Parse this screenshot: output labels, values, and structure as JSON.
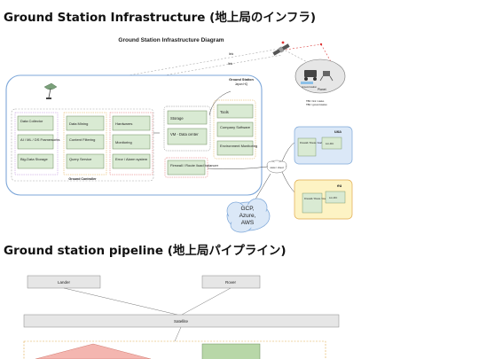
{
  "headings": {
    "infrastructure": "Ground Station Infrastructure (地上局のインフラ)",
    "pipeline": "Ground station pipeline (地上局パイプライン)"
  },
  "diagram": {
    "title": "Ground Station Infrastructure Diagram",
    "ground_station_label": "Ground Station",
    "ground_station_sub": "Japan HQ",
    "ground_controller_label": "Ground Controller",
    "satellite_link_labels": [
      "link",
      "link"
    ],
    "controller_col1": [
      "Data Collector",
      "AI / ML / DS Frameworks",
      "Big-Data Storage"
    ],
    "controller_col2": [
      "Data Mining",
      "Content Filtering",
      "Query Service"
    ],
    "controller_col3": [
      "Hardwares",
      "Monitoring",
      "Error / Alarm system"
    ],
    "center_boxes": [
      "Storage",
      "VM - Data center"
    ],
    "firewall_box": "Firewall / Route /load balancer",
    "tools_boxes": [
      "Tools",
      "Company Software",
      "Environment Monitoring"
    ],
    "usa": {
      "label": "usa",
      "box1": "Firewall / Route / load balancer",
      "box2": "Lin-DC"
    },
    "eu": {
      "label": "eu",
      "box1": "Firewall / Route / load balancer",
      "box2": "Lin-DC"
    },
    "internet_label": "www / cloud",
    "cloud_label": [
      "GCP,",
      "Azure,",
      "AWS"
    ],
    "planet_labels": [
      "Ground station",
      "Planet"
    ],
    "legend_lines": [
      "TBD / link / status",
      "TBD / ground station"
    ]
  },
  "pipeline": {
    "nodes": [
      "Lander",
      "Rover",
      "Satellite"
    ]
  },
  "colors": {
    "green_box": "#d9ead3",
    "pink_box": "#f4b6b0",
    "light_blue": "#dbe8f7",
    "cream": "#fdf3c4",
    "gray_box": "#e6e6e6"
  }
}
